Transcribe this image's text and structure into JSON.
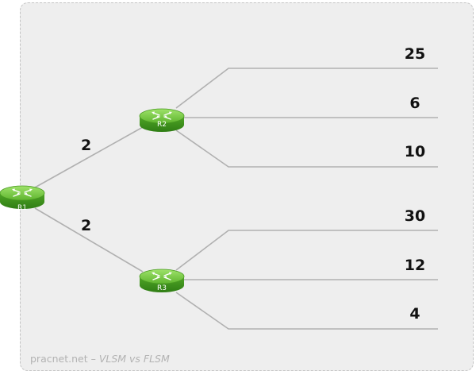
{
  "routers": [
    {
      "id": "R1",
      "label": "R1"
    },
    {
      "id": "R2",
      "label": "R2"
    },
    {
      "id": "R3",
      "label": "R3"
    }
  ],
  "links": [
    {
      "from": "R1",
      "to": "R2",
      "label": "2"
    },
    {
      "from": "R1",
      "to": "R3",
      "label": "2"
    }
  ],
  "lans": {
    "R2": [
      "25",
      "6",
      "10"
    ],
    "R3": [
      "30",
      "12",
      "4"
    ]
  },
  "caption": {
    "site": "pracnet.net",
    "separator": " – ",
    "title": "VLSM vs FLSM"
  },
  "colors": {
    "router_green": "#6cc63c",
    "line_gray": "#b0b0b0",
    "frame_bg": "#eeeeee"
  }
}
